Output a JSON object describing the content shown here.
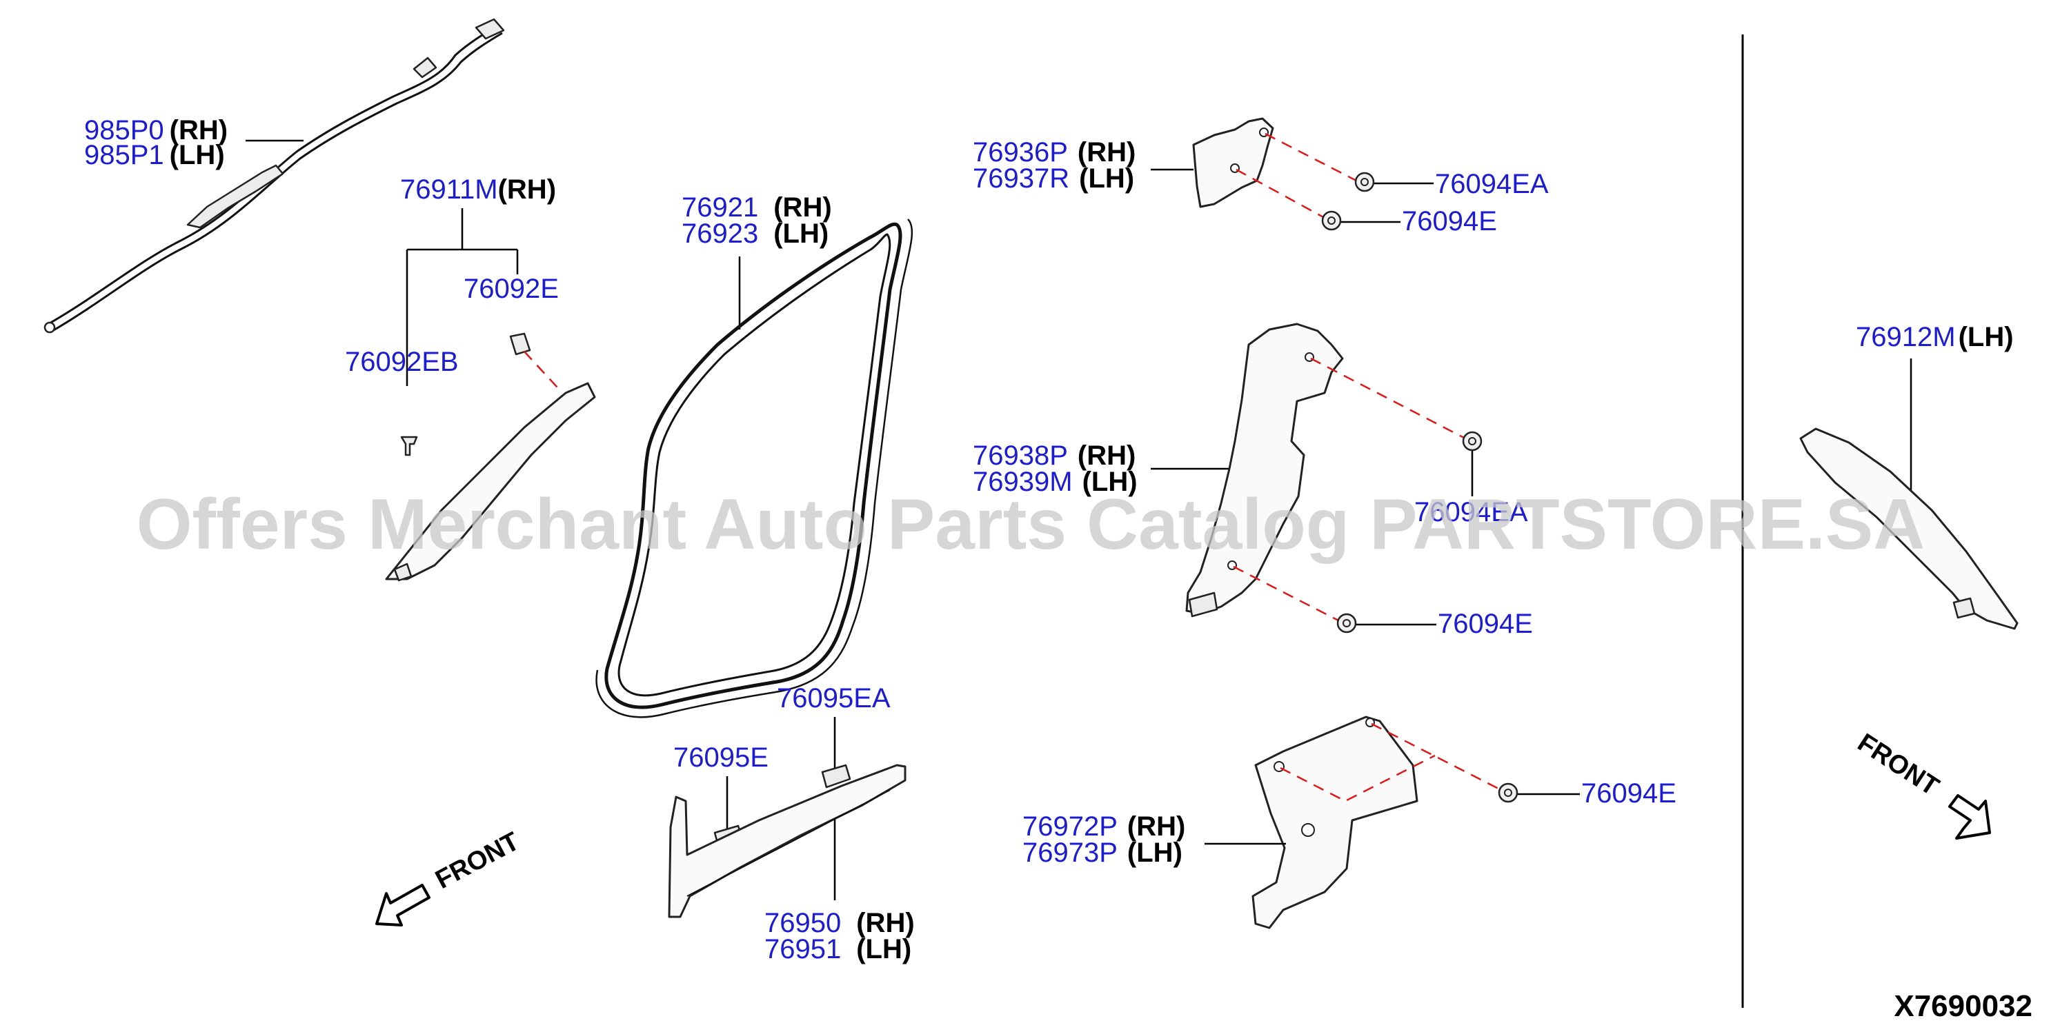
{
  "diagram_id": "X7690032",
  "watermark": "Offers Merchant Auto Parts Catalog PARTSTORE.SA",
  "front_labels": [
    "FRONT",
    "FRONT"
  ],
  "parts": {
    "p985P0": {
      "number": "985P0",
      "side": "(RH)"
    },
    "p985P1": {
      "number": "985P1",
      "side": "(LH)"
    },
    "p76911M": {
      "number": "76911M",
      "side": "(RH)"
    },
    "p76092E": {
      "number": "76092E"
    },
    "p76092EB": {
      "number": "76092EB"
    },
    "p76921": {
      "number": "76921",
      "side": "(RH)"
    },
    "p76923": {
      "number": "76923",
      "side": "(LH)"
    },
    "p76936P": {
      "number": "76936P",
      "side": "(RH)"
    },
    "p76937R": {
      "number": "76937R",
      "side": "(LH)"
    },
    "p76094EA_top": {
      "number": "76094EA"
    },
    "p76094E_top": {
      "number": "76094E"
    },
    "p76938P": {
      "number": "76938P",
      "side": "(RH)"
    },
    "p76939M": {
      "number": "76939M",
      "side": "(LH)"
    },
    "p76094EA_mid": {
      "number": "76094EA"
    },
    "p76094E_mid": {
      "number": "76094E"
    },
    "p76095EA": {
      "number": "76095EA"
    },
    "p76095E": {
      "number": "76095E"
    },
    "p76950": {
      "number": "76950",
      "side": "(RH)"
    },
    "p76951": {
      "number": "76951",
      "side": "(LH)"
    },
    "p76972P": {
      "number": "76972P",
      "side": "(RH)"
    },
    "p76973P": {
      "number": "76973P",
      "side": "(LH)"
    },
    "p76094E_low": {
      "number": "76094E"
    },
    "p76912M": {
      "number": "76912M",
      "side": "(LH)"
    }
  },
  "colors": {
    "part_number": "#1c1cd2",
    "side_label": "#000000",
    "fastener_line": "#e01818",
    "watermark": "#c8c8c8"
  }
}
